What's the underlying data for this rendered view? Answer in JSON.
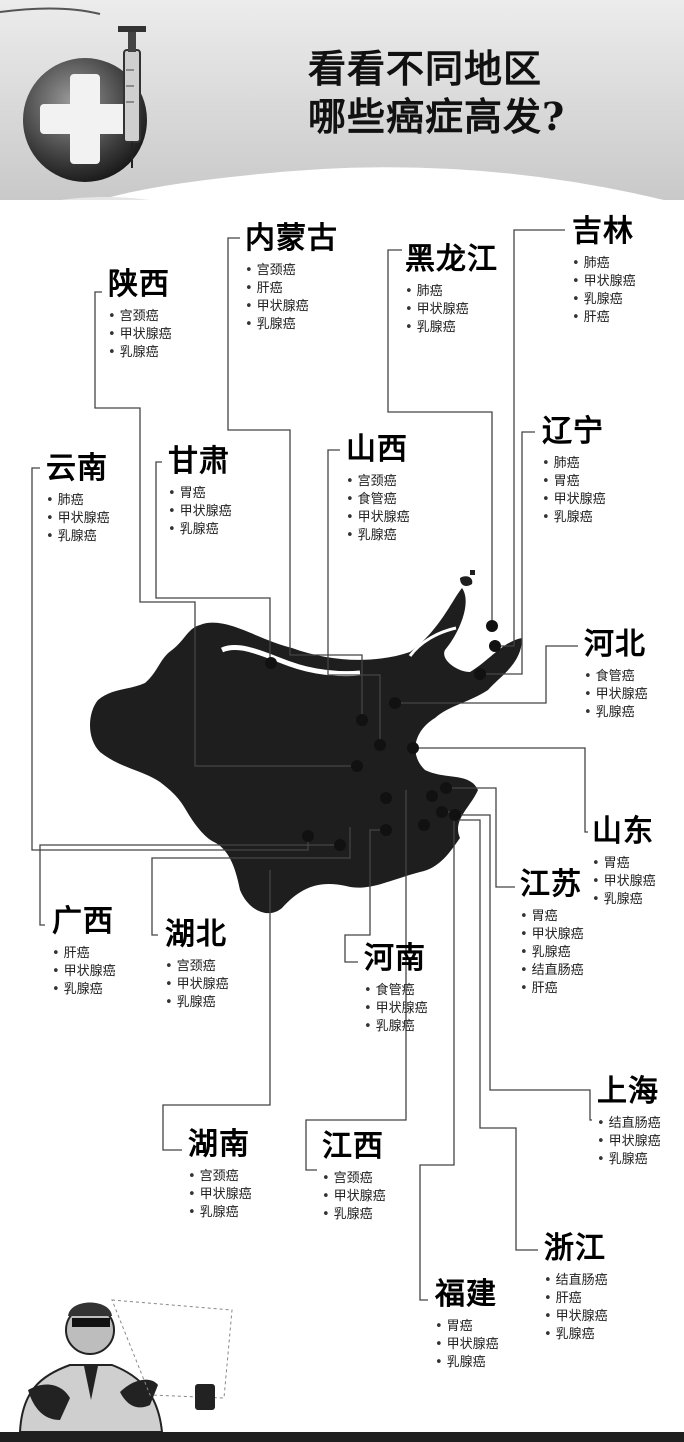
{
  "title": [
    "看看不同地区",
    "哪些癌症高发?"
  ],
  "provinces": [
    {
      "name": "陕西",
      "cancers": [
        "宫颈癌",
        "甲状腺癌",
        "乳腺癌"
      ]
    },
    {
      "name": "内蒙古",
      "cancers": [
        "宫颈癌",
        "肝癌",
        "甲状腺癌",
        "乳腺癌"
      ]
    },
    {
      "name": "黑龙江",
      "cancers": [
        "肺癌",
        "甲状腺癌",
        "乳腺癌"
      ]
    },
    {
      "name": "吉林",
      "cancers": [
        "肺癌",
        "甲状腺癌",
        "乳腺癌",
        "肝癌"
      ]
    },
    {
      "name": "云南",
      "cancers": [
        "肺癌",
        "甲状腺癌",
        "乳腺癌"
      ]
    },
    {
      "name": "甘肃",
      "cancers": [
        "胃癌",
        "甲状腺癌",
        "乳腺癌"
      ]
    },
    {
      "name": "山西",
      "cancers": [
        "宫颈癌",
        "食管癌",
        "甲状腺癌",
        "乳腺癌"
      ]
    },
    {
      "name": "辽宁",
      "cancers": [
        "肺癌",
        "胃癌",
        "甲状腺癌",
        "乳腺癌"
      ]
    },
    {
      "name": "河北",
      "cancers": [
        "食管癌",
        "甲状腺癌",
        "乳腺癌"
      ]
    },
    {
      "name": "山东",
      "cancers": [
        "胃癌",
        "甲状腺癌",
        "乳腺癌"
      ]
    },
    {
      "name": "江苏",
      "cancers": [
        "胃癌",
        "甲状腺癌",
        "乳腺癌",
        "结直肠癌",
        "肝癌"
      ]
    },
    {
      "name": "广西",
      "cancers": [
        "肝癌",
        "甲状腺癌",
        "乳腺癌"
      ]
    },
    {
      "name": "湖北",
      "cancers": [
        "宫颈癌",
        "甲状腺癌",
        "乳腺癌"
      ]
    },
    {
      "name": "河南",
      "cancers": [
        "食管癌",
        "甲状腺癌",
        "乳腺癌"
      ]
    },
    {
      "name": "上海",
      "cancers": [
        "结直肠癌",
        "甲状腺癌",
        "乳腺癌"
      ]
    },
    {
      "name": "湖南",
      "cancers": [
        "宫颈癌",
        "甲状腺癌",
        "乳腺癌"
      ]
    },
    {
      "name": "江西",
      "cancers": [
        "宫颈癌",
        "甲状腺癌",
        "乳腺癌"
      ]
    },
    {
      "name": "浙江",
      "cancers": [
        "结直肠癌",
        "肝癌",
        "甲状腺癌",
        "乳腺癌"
      ]
    },
    {
      "name": "福建",
      "cancers": [
        "胃癌",
        "甲状腺癌",
        "乳腺癌"
      ]
    }
  ],
  "colors": {
    "map": "#1e1e1e",
    "lines": "#444444",
    "header_band": "#d9d9d9"
  },
  "icons": [
    "medical-cross-icon",
    "syringe-icon",
    "doctor-illustration"
  ]
}
